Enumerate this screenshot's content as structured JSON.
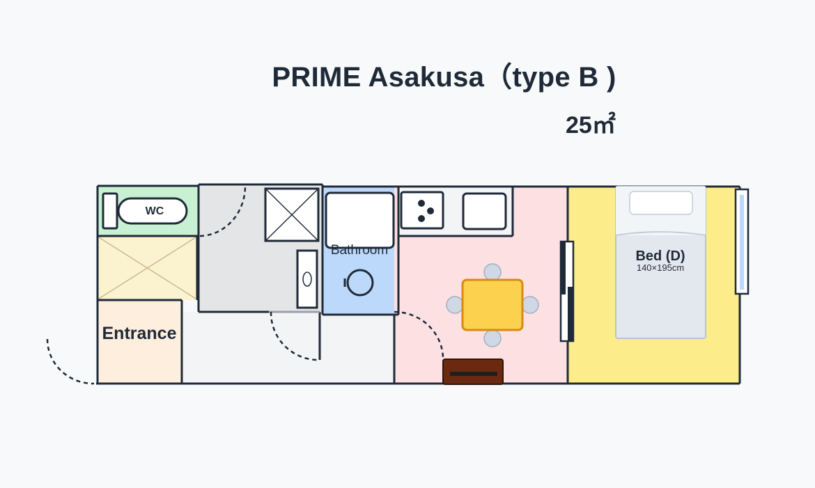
{
  "header": {
    "title": "PRIME Asakusa（type B )",
    "area": "25㎡"
  },
  "rooms": {
    "wc": "WC",
    "bathroom": "Bathroom",
    "entrance": "Entrance",
    "bed": "Bed (D)",
    "bed_size": "140×195cm"
  },
  "colors": {
    "wc": "#c8f0d2",
    "entrance": "#fdeede",
    "closet": "#fbf3cf",
    "bathroom": "#bcd8fa",
    "dining": "#fde0e2",
    "bedroom": "#fdec8a",
    "washroom": "#e4e5e7",
    "corridor": "#f3f4f5",
    "table": "#fbd14e",
    "tv": "#6b2a10",
    "wall": "#1f2a38"
  }
}
